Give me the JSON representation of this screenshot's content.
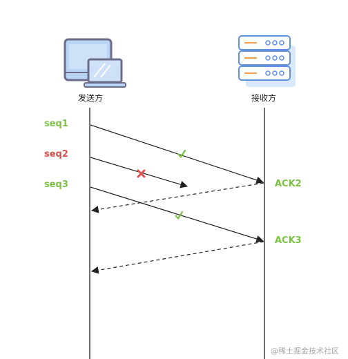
{
  "sender": {
    "label": "发送方",
    "icon": "computer-icon"
  },
  "receiver": {
    "label": "接收方",
    "icon": "server-icon"
  },
  "segments": [
    {
      "label": "seq1",
      "status": "delivered",
      "color": "#7bc143"
    },
    {
      "label": "seq2",
      "status": "lost",
      "color": "#d9534f"
    },
    {
      "label": "seq3",
      "status": "delivered",
      "color": "#7bc143"
    }
  ],
  "acks": [
    {
      "label": "ACK2",
      "color": "#7bc143"
    },
    {
      "label": "ACK3",
      "color": "#7bc143"
    }
  ],
  "colors": {
    "line": "#222222",
    "success_mark": "#7bc143",
    "lost_mark": "#d9534f",
    "icon_fill": "#b9d4f5",
    "icon_stroke": "#6b6b8a",
    "server_accent": "#f0a04b"
  },
  "watermark": "@稀土掘金技术社区"
}
